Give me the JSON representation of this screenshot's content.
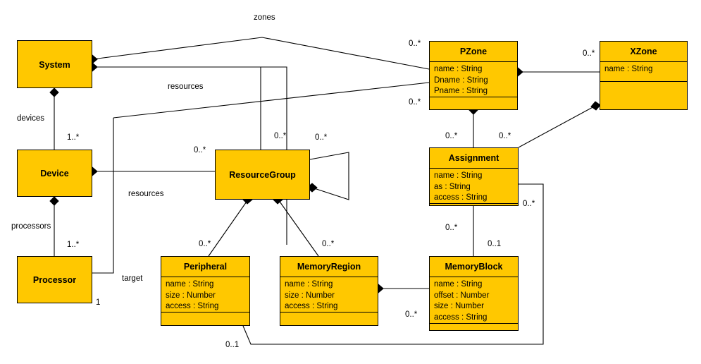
{
  "diagram": {
    "title": "UML class diagram",
    "fill_color": "#FFC800",
    "line_color": "#000000",
    "background": "#FFFFFF"
  },
  "classes": [
    {
      "id": "system",
      "name": "System",
      "attributes": [],
      "has_compartments": false
    },
    {
      "id": "device",
      "name": "Device",
      "attributes": [],
      "has_compartments": false
    },
    {
      "id": "processor",
      "name": "Processor",
      "attributes": [],
      "has_compartments": false
    },
    {
      "id": "resourcegroup",
      "name": "ResourceGroup",
      "attributes": [],
      "has_compartments": false
    },
    {
      "id": "pzone",
      "name": "PZone",
      "attributes": [
        "name : String",
        "Dname : String",
        "Pname : String"
      ],
      "has_compartments": true
    },
    {
      "id": "xzone",
      "name": "XZone",
      "attributes": [
        "name : String"
      ],
      "has_compartments": true
    },
    {
      "id": "assignment",
      "name": "Assignment",
      "attributes": [
        "name : String",
        "as : String",
        "access : String"
      ],
      "has_compartments": true
    },
    {
      "id": "peripheral",
      "name": "Peripheral",
      "attributes": [
        "name : String",
        "size : Number",
        "access : String"
      ],
      "has_compartments": true
    },
    {
      "id": "memoryregion",
      "name": "MemoryRegion",
      "attributes": [
        "name : String",
        "size : Number",
        "access : String"
      ],
      "has_compartments": true
    },
    {
      "id": "memoryblock",
      "name": "MemoryBlock",
      "attributes": [
        "name : String",
        "offset : Number",
        "size : Number",
        "access : String"
      ],
      "has_compartments": true
    }
  ],
  "role_labels": [
    {
      "id": "zones",
      "text": "zones"
    },
    {
      "id": "resources-top",
      "text": "resources"
    },
    {
      "id": "devices",
      "text": "devices"
    },
    {
      "id": "resources-mid",
      "text": "resources"
    },
    {
      "id": "processors",
      "text": "processors"
    },
    {
      "id": "target",
      "text": "target"
    }
  ],
  "multiplicities": [
    {
      "id": "m-system-devices",
      "text": "1..*"
    },
    {
      "id": "m-device-processors",
      "text": "1..*"
    },
    {
      "id": "m-processor-target",
      "text": "1"
    },
    {
      "id": "m-device-resources",
      "text": "0..*"
    },
    {
      "id": "m-rg-top",
      "text": "0..*"
    },
    {
      "id": "m-rg-self-right",
      "text": "0..*"
    },
    {
      "id": "m-rg-peripheral",
      "text": "0..*"
    },
    {
      "id": "m-rg-memoryregion",
      "text": "0..*"
    },
    {
      "id": "m-pzone-zones",
      "text": "0..*"
    },
    {
      "id": "m-pzone-resources",
      "text": "0..*"
    },
    {
      "id": "m-xzone-pzone",
      "text": "0..*"
    },
    {
      "id": "m-pzone-assignment",
      "text": "0..*"
    },
    {
      "id": "m-assignment-xzone",
      "text": "0..*"
    },
    {
      "id": "m-assignment-memblock",
      "text": "0..*"
    },
    {
      "id": "m-memblock-assignment",
      "text": "0..1"
    },
    {
      "id": "m-assignment-right",
      "text": "0..*"
    },
    {
      "id": "m-memregion-memblock",
      "text": "0..*"
    },
    {
      "id": "m-peripheral-bottom",
      "text": "0..1"
    }
  ]
}
